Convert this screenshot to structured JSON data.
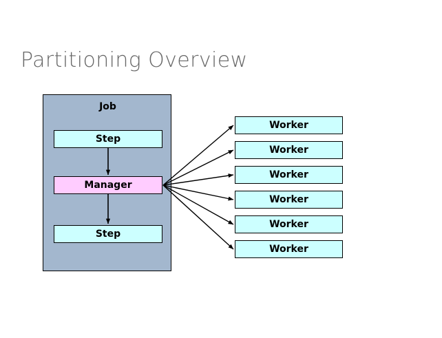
{
  "slide": {
    "title": "Partitioning Overview",
    "background_color": "#ffffff",
    "title_color": "#666666"
  },
  "job": {
    "label": "Job",
    "fill_color": "#a3b7ce",
    "border_color": "#000000",
    "steps": [
      {
        "label": "Step",
        "position": "top",
        "fill_color": "#ccffff"
      },
      {
        "label": "Step",
        "position": "bottom",
        "fill_color": "#ccffff"
      }
    ],
    "manager": {
      "label": "Manager",
      "fill_color": "#ffccff"
    }
  },
  "workers": {
    "fill_color": "#ccffff",
    "border_color": "#000000",
    "items": [
      {
        "label": "Worker"
      },
      {
        "label": "Worker"
      },
      {
        "label": "Worker"
      },
      {
        "label": "Worker"
      },
      {
        "label": "Worker"
      },
      {
        "label": "Worker"
      }
    ]
  },
  "connectors": {
    "arrow_color": "#000000",
    "step_to_manager": {
      "from": "step-top",
      "to": "manager"
    },
    "manager_to_step": {
      "from": "manager",
      "to": "step-bottom"
    },
    "manager_to_workers_count": 6
  }
}
